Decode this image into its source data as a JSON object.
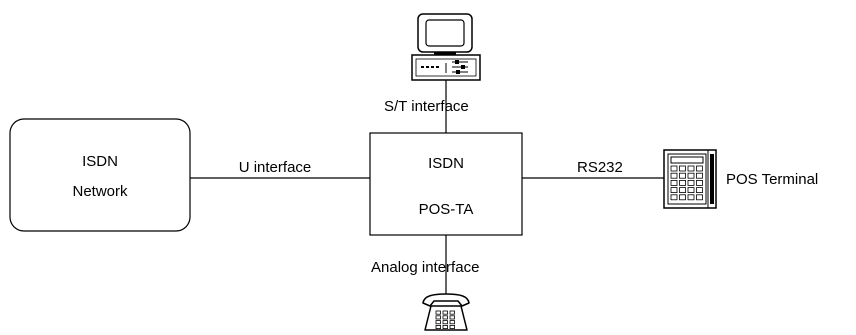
{
  "diagram": {
    "network_box": {
      "line1": "ISDN",
      "line2": "Network"
    },
    "pos_ta_box": {
      "line1": "ISDN",
      "line2": "POS-TA"
    },
    "links": {
      "u_interface": "U interface",
      "st_interface": "S/T  interface",
      "rs232": "RS232",
      "analog_interface": "Analog  interface"
    },
    "devices": {
      "computer": "computer-icon",
      "pos_terminal": {
        "icon": "pos-terminal-icon",
        "label": "POS Terminal"
      },
      "telephone": "telephone-icon"
    },
    "colors": {
      "stroke": "#000000",
      "background": "#ffffff"
    }
  }
}
